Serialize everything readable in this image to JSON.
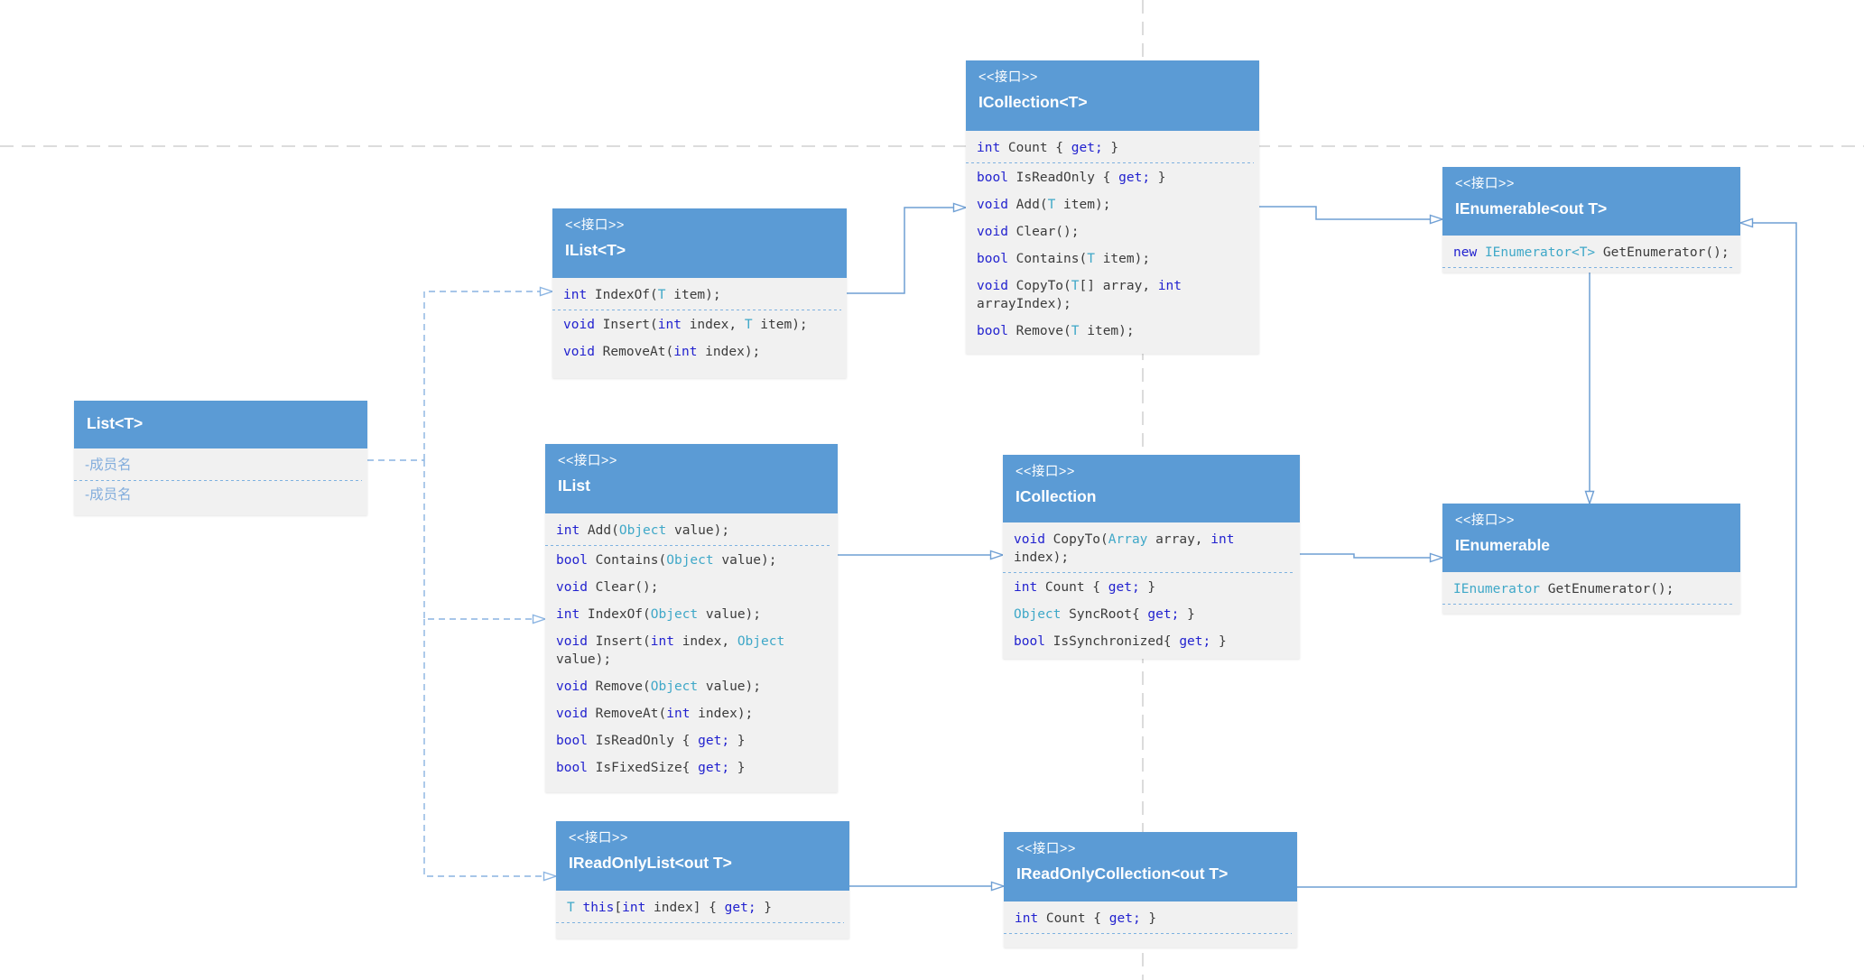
{
  "stereotype_label": "<<接口>>",
  "colors": {
    "header_bg": "#5b9bd5",
    "header_text": "#ffffff",
    "body_bg": "#f1f1f1",
    "keyword": "#2222cf",
    "type": "#3fa8c8",
    "text": "#3c3c3c",
    "member_placeholder": "#84aedd",
    "separator": "#7eb2e0",
    "connector_solid": "#6f9fd4",
    "connector_dashed": "#8ab4e2",
    "guide": "#c8c8c8"
  },
  "classes": [
    {
      "id": "list-t",
      "stereotype": "",
      "title": "List<T>",
      "comp1": [
        [
          {
            "c": "m",
            "t": "-成员名"
          }
        ]
      ],
      "comp2": [
        [
          {
            "c": "m",
            "t": "-成员名"
          }
        ]
      ]
    },
    {
      "id": "ilist-t",
      "stereotype": "<<接口>>",
      "title": "IList<T>",
      "comp1": [
        [
          {
            "c": "k",
            "t": "int"
          },
          {
            "c": "p",
            "t": " IndexOf("
          },
          {
            "c": "t",
            "t": "T"
          },
          {
            "c": "p",
            "t": " item);"
          }
        ]
      ],
      "comp2": [
        [
          {
            "c": "k",
            "t": "void"
          },
          {
            "c": "p",
            "t": " Insert("
          },
          {
            "c": "k",
            "t": "int"
          },
          {
            "c": "p",
            "t": " index, "
          },
          {
            "c": "t",
            "t": "T"
          },
          {
            "c": "p",
            "t": " item);"
          }
        ],
        [
          {
            "c": "k",
            "t": "void"
          },
          {
            "c": "p",
            "t": " RemoveAt("
          },
          {
            "c": "k",
            "t": "int"
          },
          {
            "c": "p",
            "t": " index);"
          }
        ]
      ]
    },
    {
      "id": "icollection-t",
      "stereotype": "<<接口>>",
      "title": "ICollection<T>",
      "comp1": [
        [
          {
            "c": "k",
            "t": "int"
          },
          {
            "c": "p",
            "t": " Count { "
          },
          {
            "c": "k",
            "t": "get;"
          },
          {
            "c": "p",
            "t": " }"
          }
        ]
      ],
      "comp2": [
        [
          {
            "c": "k",
            "t": "bool"
          },
          {
            "c": "p",
            "t": " IsReadOnly { "
          },
          {
            "c": "k",
            "t": "get;"
          },
          {
            "c": "p",
            "t": " }"
          }
        ],
        [
          {
            "c": "k",
            "t": "void"
          },
          {
            "c": "p",
            "t": " Add("
          },
          {
            "c": "t",
            "t": "T"
          },
          {
            "c": "p",
            "t": " item);"
          }
        ],
        [
          {
            "c": "k",
            "t": "void"
          },
          {
            "c": "p",
            "t": " Clear();"
          }
        ],
        [
          {
            "c": "k",
            "t": "bool"
          },
          {
            "c": "p",
            "t": " Contains("
          },
          {
            "c": "t",
            "t": "T"
          },
          {
            "c": "p",
            "t": " item);"
          }
        ],
        [
          {
            "c": "k",
            "t": "void"
          },
          {
            "c": "p",
            "t": " CopyTo("
          },
          {
            "c": "t",
            "t": "T"
          },
          {
            "c": "p",
            "t": "[] array, "
          },
          {
            "c": "k",
            "t": "int"
          },
          {
            "c": "p",
            "t": " arrayIndex);"
          }
        ],
        [
          {
            "c": "k",
            "t": "bool"
          },
          {
            "c": "p",
            "t": " Remove("
          },
          {
            "c": "t",
            "t": "T"
          },
          {
            "c": "p",
            "t": " item);"
          }
        ]
      ]
    },
    {
      "id": "ienumerable-out-t",
      "stereotype": "<<接口>>",
      "title": "IEnumerable<out T>",
      "comp1": [
        [
          {
            "c": "k",
            "t": "new"
          },
          {
            "c": "p",
            "t": " "
          },
          {
            "c": "t",
            "t": "IEnumerator<T>"
          },
          {
            "c": "p",
            "t": " GetEnumerator();"
          }
        ]
      ],
      "comp2": []
    },
    {
      "id": "ilist",
      "stereotype": "<<接口>>",
      "title": "IList",
      "comp1": [
        [
          {
            "c": "k",
            "t": "int"
          },
          {
            "c": "p",
            "t": " Add("
          },
          {
            "c": "t",
            "t": "Object"
          },
          {
            "c": "p",
            "t": " value);"
          }
        ]
      ],
      "comp2": [
        [
          {
            "c": "k",
            "t": "bool"
          },
          {
            "c": "p",
            "t": " Contains("
          },
          {
            "c": "t",
            "t": "Object"
          },
          {
            "c": "p",
            "t": " value);"
          }
        ],
        [
          {
            "c": "k",
            "t": "void"
          },
          {
            "c": "p",
            "t": " Clear();"
          }
        ],
        [
          {
            "c": "k",
            "t": "int"
          },
          {
            "c": "p",
            "t": " IndexOf("
          },
          {
            "c": "t",
            "t": "Object"
          },
          {
            "c": "p",
            "t": " value);"
          }
        ],
        [
          {
            "c": "k",
            "t": "void"
          },
          {
            "c": "p",
            "t": " Insert("
          },
          {
            "c": "k",
            "t": "int"
          },
          {
            "c": "p",
            "t": " index, "
          },
          {
            "c": "t",
            "t": "Object"
          },
          {
            "c": "p",
            "t": " value);"
          }
        ],
        [
          {
            "c": "k",
            "t": "void"
          },
          {
            "c": "p",
            "t": " Remove("
          },
          {
            "c": "t",
            "t": "Object"
          },
          {
            "c": "p",
            "t": " value);"
          }
        ],
        [
          {
            "c": "k",
            "t": "void"
          },
          {
            "c": "p",
            "t": " RemoveAt("
          },
          {
            "c": "k",
            "t": "int"
          },
          {
            "c": "p",
            "t": " index);"
          }
        ],
        [
          {
            "c": "k",
            "t": "bool"
          },
          {
            "c": "p",
            "t": " IsReadOnly { "
          },
          {
            "c": "k",
            "t": "get;"
          },
          {
            "c": "p",
            "t": " }"
          }
        ],
        [
          {
            "c": "k",
            "t": "bool"
          },
          {
            "c": "p",
            "t": " IsFixedSize{ "
          },
          {
            "c": "k",
            "t": "get;"
          },
          {
            "c": "p",
            "t": " }"
          }
        ]
      ]
    },
    {
      "id": "icollection",
      "stereotype": "<<接口>>",
      "title": "ICollection",
      "comp1": [
        [
          {
            "c": "k",
            "t": "void"
          },
          {
            "c": "p",
            "t": " CopyTo("
          },
          {
            "c": "t",
            "t": "Array"
          },
          {
            "c": "p",
            "t": " array, "
          },
          {
            "c": "k",
            "t": "int"
          },
          {
            "c": "p",
            "t": " index);"
          }
        ]
      ],
      "comp2": [
        [
          {
            "c": "k",
            "t": "int"
          },
          {
            "c": "p",
            "t": " Count { "
          },
          {
            "c": "k",
            "t": "get;"
          },
          {
            "c": "p",
            "t": " }"
          }
        ],
        [
          {
            "c": "t",
            "t": "Object"
          },
          {
            "c": "p",
            "t": " SyncRoot{ "
          },
          {
            "c": "k",
            "t": "get;"
          },
          {
            "c": "p",
            "t": " }"
          }
        ],
        [
          {
            "c": "k",
            "t": "bool"
          },
          {
            "c": "p",
            "t": " IsSynchronized{ "
          },
          {
            "c": "k",
            "t": "get;"
          },
          {
            "c": "p",
            "t": " }"
          }
        ]
      ]
    },
    {
      "id": "ienumerable",
      "stereotype": "<<接口>>",
      "title": "IEnumerable",
      "comp1": [
        [
          {
            "c": "t",
            "t": "IEnumerator"
          },
          {
            "c": "p",
            "t": " GetEnumerator();"
          }
        ]
      ],
      "comp2": []
    },
    {
      "id": "ireadonlylist-out-t",
      "stereotype": "<<接口>>",
      "title": "IReadOnlyList<out T>",
      "comp1": [
        [
          {
            "c": "t",
            "t": "T"
          },
          {
            "c": "p",
            "t": " "
          },
          {
            "c": "k",
            "t": "this"
          },
          {
            "c": "p",
            "t": "["
          },
          {
            "c": "k",
            "t": "int"
          },
          {
            "c": "p",
            "t": " index] { "
          },
          {
            "c": "k",
            "t": "get;"
          },
          {
            "c": "p",
            "t": " }"
          }
        ]
      ],
      "comp2": []
    },
    {
      "id": "ireadonlycollection-out-t",
      "stereotype": "<<接口>>",
      "title": "IReadOnlyCollection<out T>",
      "comp1": [
        [
          {
            "c": "k",
            "t": "int"
          },
          {
            "c": "p",
            "t": " Count { "
          },
          {
            "c": "k",
            "t": "get;"
          },
          {
            "c": "p",
            "t": " }"
          }
        ]
      ],
      "comp2": []
    }
  ],
  "relations": [
    {
      "from": "List<T>",
      "to": "IList<T>",
      "kind": "realization-dashed"
    },
    {
      "from": "List<T>",
      "to": "IList",
      "kind": "realization-dashed"
    },
    {
      "from": "List<T>",
      "to": "IReadOnlyList<out T>",
      "kind": "realization-dashed"
    },
    {
      "from": "IList<T>",
      "to": "ICollection<T>",
      "kind": "generalization"
    },
    {
      "from": "ICollection<T>",
      "to": "IEnumerable<out T>",
      "kind": "generalization"
    },
    {
      "from": "IEnumerable<out T>",
      "to": "IEnumerable",
      "kind": "generalization"
    },
    {
      "from": "IList",
      "to": "ICollection",
      "kind": "generalization"
    },
    {
      "from": "ICollection",
      "to": "IEnumerable",
      "kind": "generalization"
    },
    {
      "from": "IReadOnlyList<out T>",
      "to": "IReadOnlyCollection<out T>",
      "kind": "generalization"
    },
    {
      "from": "IReadOnlyCollection<out T>",
      "to": "IEnumerable<out T>",
      "kind": "generalization"
    }
  ]
}
